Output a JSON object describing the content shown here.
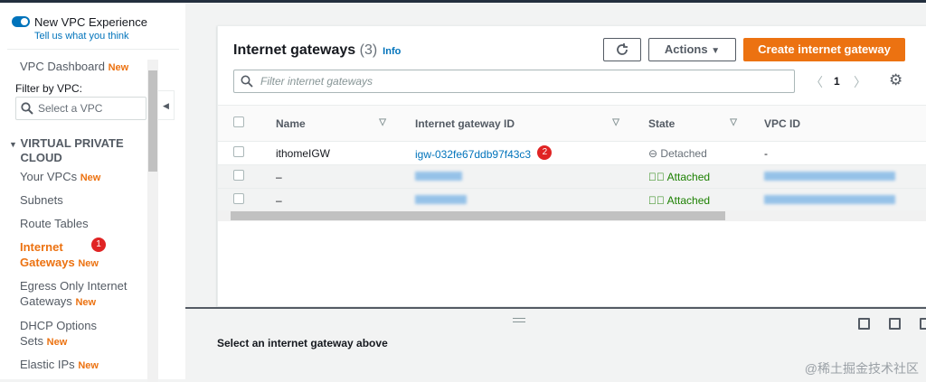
{
  "sidebar": {
    "toggle_label": "New VPC Experience",
    "feedback_link": "Tell us what you think",
    "dashboard": "VPC Dashboard",
    "new_badge": "New",
    "filter_label": "Filter by VPC:",
    "filter_placeholder": "Select a VPC",
    "section": "VIRTUAL PRIVATE CLOUD",
    "items": [
      {
        "label": "Your VPCs",
        "new": "New"
      },
      {
        "label": "Subnets"
      },
      {
        "label": "Route Tables"
      },
      {
        "label": "Internet Gateways",
        "new": "New",
        "selected": true,
        "marker": "1"
      },
      {
        "label": "Egress Only Internet Gateways",
        "new": "New"
      },
      {
        "label": "DHCP Options Sets",
        "new": "New"
      },
      {
        "label": "Elastic IPs",
        "new": "New"
      }
    ]
  },
  "main": {
    "title": "Internet gateways",
    "count": "(3)",
    "info": "Info",
    "actions": "Actions",
    "create": "Create internet gateway",
    "search_placeholder": "Filter internet gateways",
    "page": "1",
    "columns": [
      "Name",
      "Internet gateway ID",
      "State",
      "VPC ID"
    ],
    "rows": [
      {
        "name": "ithomeIGW",
        "id": "igw-032fe67ddb97f43c3",
        "state": "Detached",
        "vpc": "-",
        "marker": "2"
      },
      {
        "name": "–",
        "id": "",
        "state": "Attached",
        "vpc": ""
      },
      {
        "name": "–",
        "id": "",
        "state": "Attached",
        "vpc": ""
      }
    ]
  },
  "split": {
    "message": "Select an internet gateway above"
  },
  "watermark": "@稀土掘金技术社区",
  "colors": {
    "accent": "#ec7211",
    "link": "#0073bb",
    "success": "#1d8102"
  }
}
